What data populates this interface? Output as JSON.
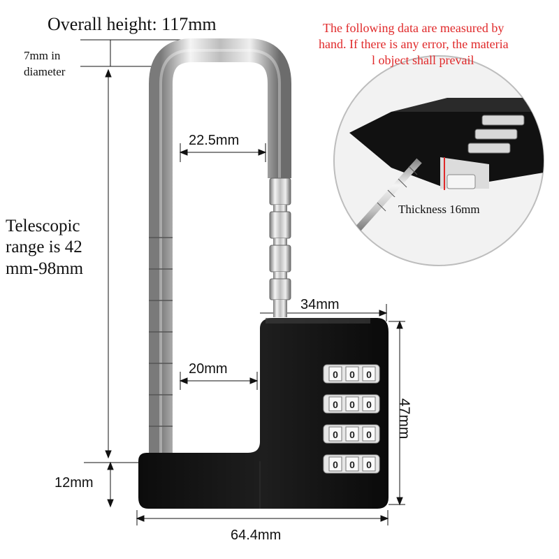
{
  "labels": {
    "overall_height": "Overall height: 117mm",
    "diameter_line1": "7mm in",
    "diameter_line2": "diameter",
    "telescopic_line1": "Telescopic",
    "telescopic_line2": "range is 42",
    "telescopic_line3": "mm-98mm",
    "note_line1": "The following data are measured by",
    "note_line2": "hand. If there is any error, the materia",
    "note_line3": "l object shall prevail",
    "thickness": "Thickness 16mm",
    "shackle_inner_width": "22.5mm",
    "body_gap_width": "20mm",
    "body_width": "34mm",
    "base_height": "12mm",
    "total_width": "64.4mm",
    "body_height": "47mm"
  },
  "colors": {
    "note_text": "#e0292a",
    "lock_body": "#111111",
    "shackle": "#c8c8c8"
  },
  "combination_wheels": [
    {
      "digits": [
        "0",
        "0",
        "0"
      ]
    },
    {
      "digits": [
        "0",
        "0",
        "0"
      ]
    },
    {
      "digits": [
        "0",
        "0",
        "0"
      ]
    },
    {
      "digits": [
        "0",
        "0",
        "0"
      ]
    }
  ]
}
